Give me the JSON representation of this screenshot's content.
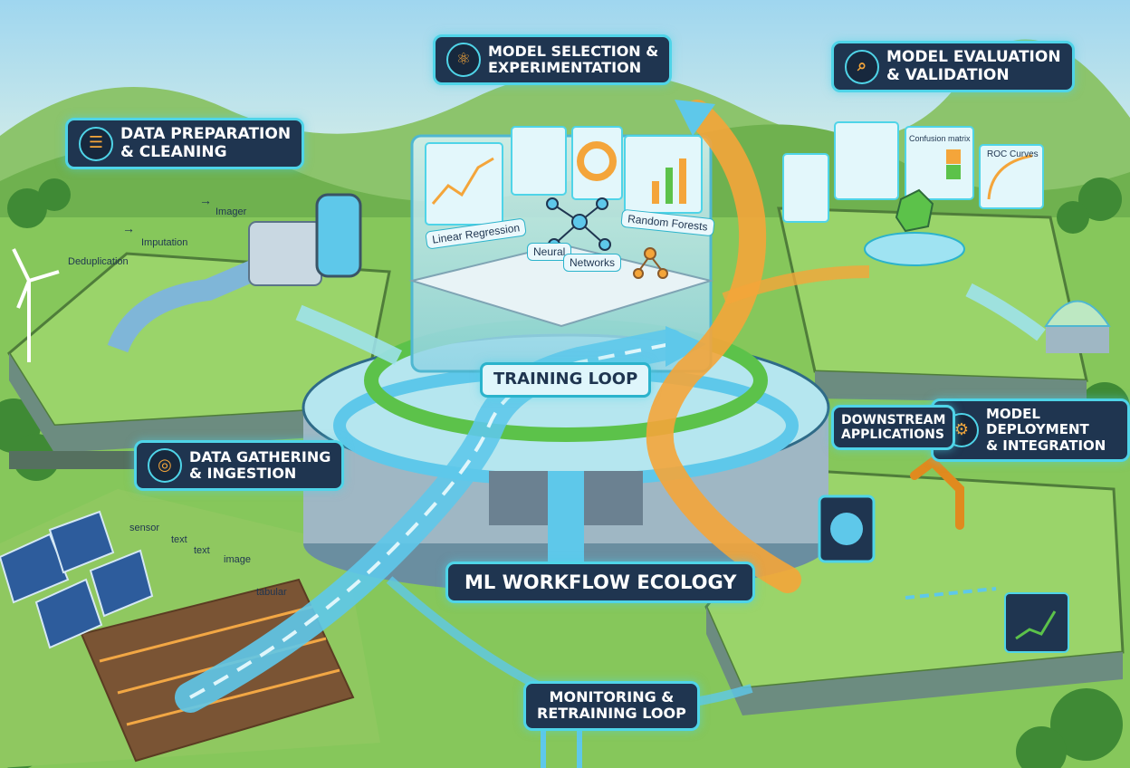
{
  "title": "ML WORKFLOW ECOLOGY",
  "stages": {
    "data_prep": {
      "label": "DATA PREPARATION\n& CLEANING",
      "steps": [
        "Deduplication",
        "Imputation",
        "Imager"
      ]
    },
    "model_selection": {
      "label": "MODEL SELECTION &\nEXPERIMENTATION",
      "models": [
        "Linear Regression",
        "Neural",
        "Networks",
        "Random Forests"
      ]
    },
    "model_eval": {
      "label": "MODEL EVALUATION\n& VALIDATION",
      "panels": [
        "Confusion matrix",
        "ROC Curves"
      ]
    },
    "data_gathering": {
      "label": "DATA GATHERING\n& INGESTION",
      "sources": [
        "sensor",
        "text",
        "text",
        "image",
        "tabular"
      ]
    },
    "deployment": {
      "label": "MODEL DEPLOYMENT\n& INTEGRATION"
    },
    "downstream": {
      "label": "DOWNSTREAM\nAPPLICATIONS"
    },
    "training_loop": {
      "label": "TRAINING LOOP"
    },
    "monitoring": {
      "label": "MONITORING &\nRETRAINING LOOP"
    }
  },
  "colors": {
    "sky": "#bfe6f5",
    "grass": "#7cc255",
    "grass_dark": "#4f9a3a",
    "hill": "#5fa44a",
    "panel": "#1f3550",
    "glow": "#4fd4e8",
    "stream_blue": "#5ec8ea",
    "stream_orange": "#f4a53a",
    "ring_green": "#5cc24a"
  }
}
